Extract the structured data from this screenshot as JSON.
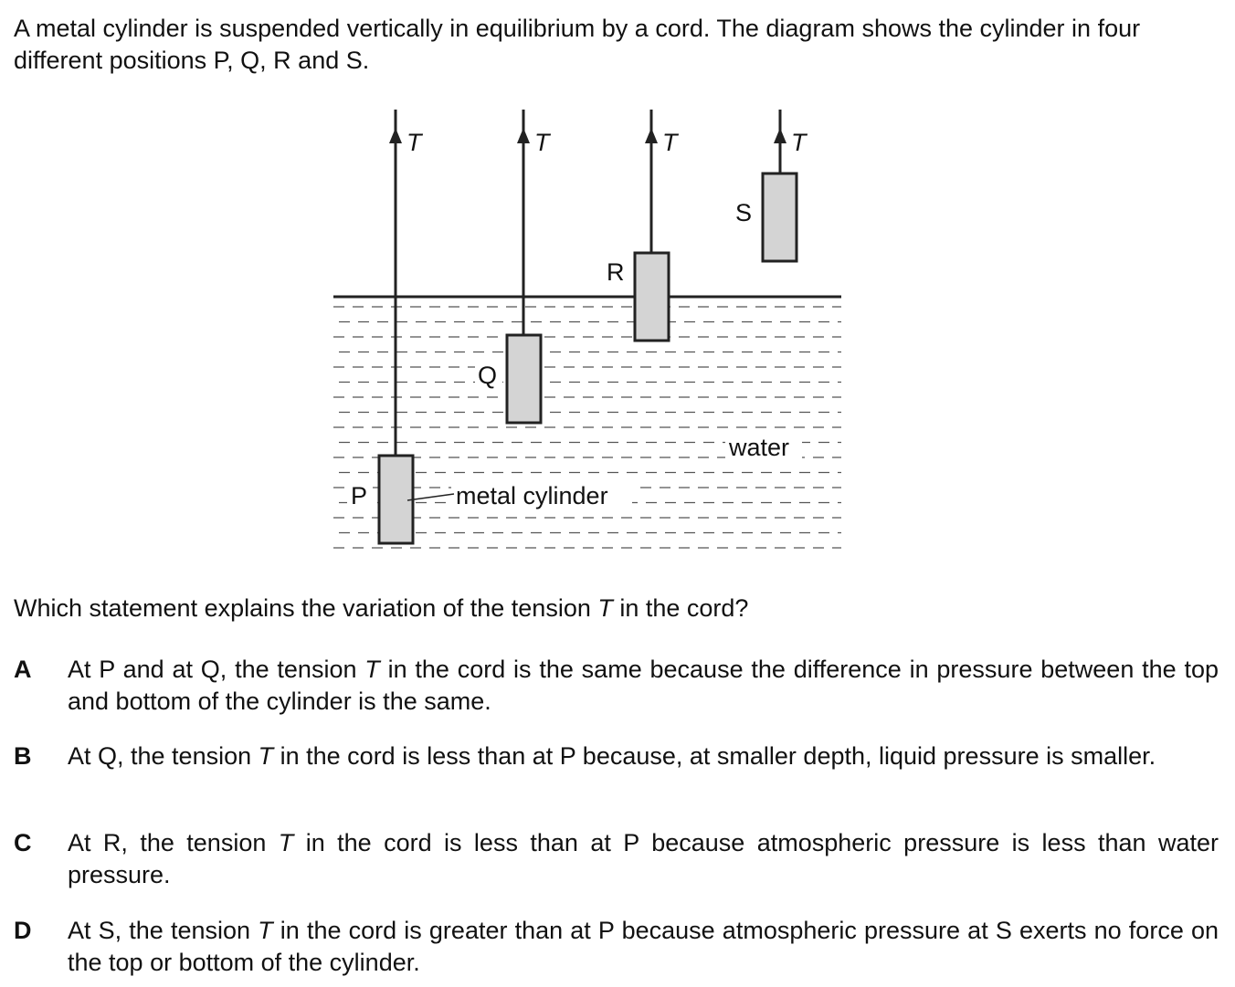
{
  "intro": "A metal cylinder is suspended vertically in equilibrium by a cord. The diagram shows the cylinder in four different positions P, Q, R and S.",
  "diagram": {
    "tension_symbol": "T",
    "positions": [
      {
        "label": "P"
      },
      {
        "label": "Q"
      },
      {
        "label": "R"
      },
      {
        "label": "S"
      }
    ],
    "water_label": "water",
    "cylinder_label": "metal cylinder",
    "colors": {
      "cylinder_fill": "#d4d4d4",
      "stroke": "#222222"
    }
  },
  "question": {
    "before": "Which statement explains the variation of the tension ",
    "symbol": "T",
    "after": " in the cord?"
  },
  "options": [
    {
      "letter": "A",
      "before": "At P and at Q, the tension ",
      "symbol": "T",
      "after": " in the cord is the same because the difference in pressure between the top and bottom of the cylinder is the same."
    },
    {
      "letter": "B",
      "before": "At Q, the tension ",
      "symbol": "T",
      "after": " in the cord is less than at P because, at smaller depth, liquid pressure is smaller."
    },
    {
      "letter": "C",
      "before": "At R, the tension ",
      "symbol": "T",
      "after": " in the cord is less than at P because atmospheric pressure is less than water pressure."
    },
    {
      "letter": "D",
      "before": "At S, the tension ",
      "symbol": "T",
      "after": " in the cord is greater than at P because atmospheric pressure at S exerts no force on the top or bottom of the cylinder."
    }
  ]
}
